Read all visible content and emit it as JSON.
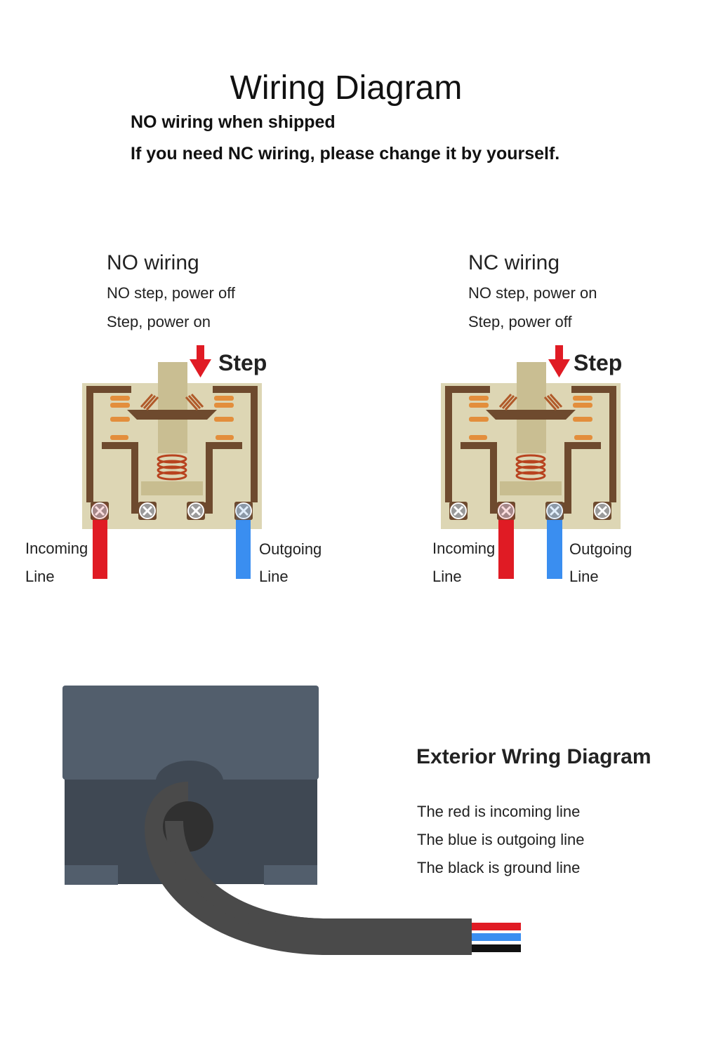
{
  "header": {
    "title": "Wiring Diagram",
    "note_line1": "NO wiring when shipped",
    "note_line2": "If you need NC wiring, please change it by yourself."
  },
  "no_wiring": {
    "title": "NO wiring",
    "line1": "NO step, power off",
    "line2": "Step, power on",
    "step_label": "Step",
    "incoming_label_1": "Incoming",
    "incoming_label_2": "Line",
    "outgoing_label_1": "Outgoing",
    "outgoing_label_2": "Line"
  },
  "nc_wiring": {
    "title": "NC wiring",
    "line1": "NO step, power on",
    "line2": "Step, power off",
    "step_label": "Step",
    "incoming_label_1": "Incoming",
    "incoming_label_2": "Line",
    "outgoing_label_1": "Outgoing",
    "outgoing_label_2": "Line"
  },
  "exterior": {
    "title": "Exterior Wring Diagram",
    "line1": "The red is incoming line",
    "line2": "The blue is outgoing line",
    "line3": "The black is ground line"
  },
  "colors": {
    "incoming_wire": "#e01b24",
    "outgoing_wire": "#3a8ef0",
    "ground_wire": "#111111",
    "switch_body": "#ddd6b4",
    "switch_frame": "#6e4a2e",
    "contact": "#e38e3c",
    "housing_top": "#525e6c",
    "housing_bottom": "#3f4853",
    "cable": "#4a4a4a"
  }
}
